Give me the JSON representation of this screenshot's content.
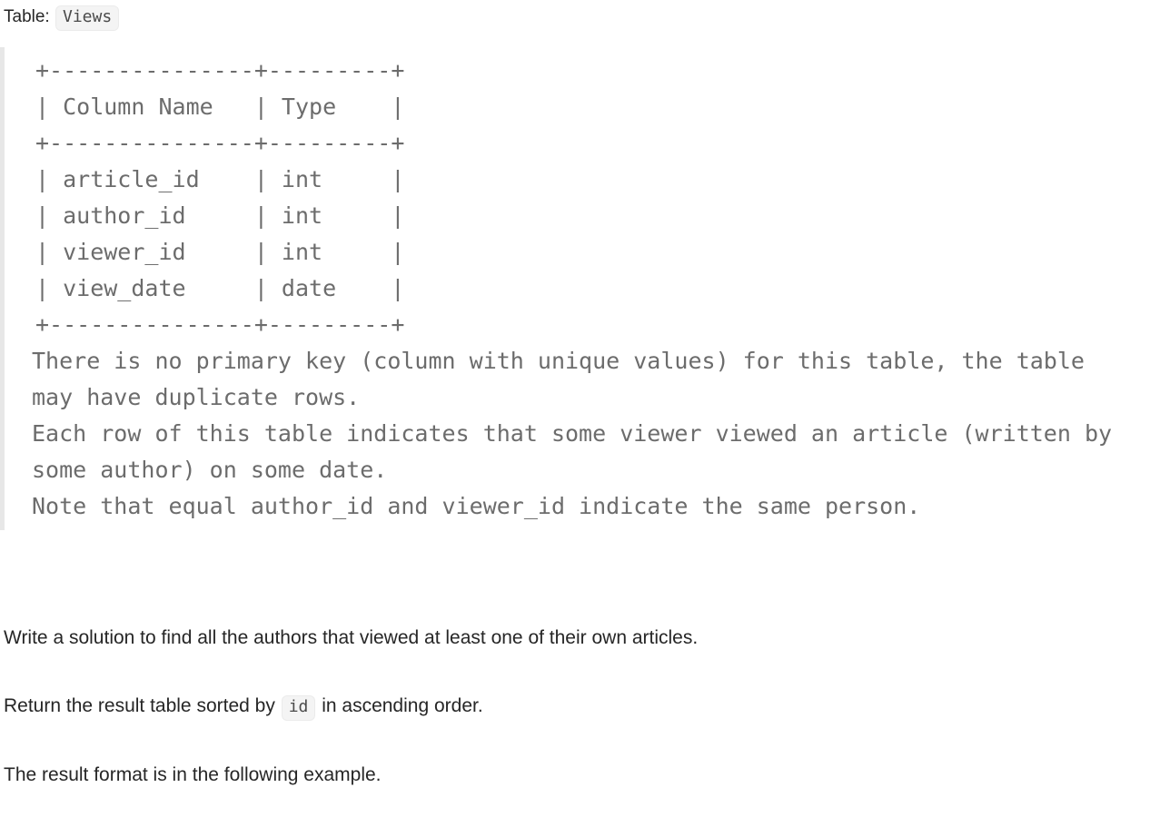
{
  "table_heading": {
    "label": "Table:",
    "table_name": "Views"
  },
  "schema": {
    "divider_top": "+---------------+---------+",
    "header_row": "| Column Name   | Type    |",
    "divider_mid": "+---------------+---------+",
    "rows": [
      "| article_id    | int     |",
      "| author_id     | int     |",
      "| viewer_id     | int     |",
      "| view_date     | date    |"
    ],
    "divider_bottom": "+---------------+---------+",
    "notes": [
      "There is no primary key (column with unique values) for this table, the table may have duplicate rows.",
      "Each row of this table indicates that some viewer viewed an article (written by some author) on some date.",
      "Note that equal author_id and viewer_id indicate the same person."
    ],
    "columns": [
      {
        "name": "article_id",
        "type": "int"
      },
      {
        "name": "author_id",
        "type": "int"
      },
      {
        "name": "viewer_id",
        "type": "int"
      },
      {
        "name": "view_date",
        "type": "date"
      }
    ]
  },
  "prose": {
    "task": "Write a solution to find all the authors that viewed at least one of their own articles.",
    "sort_prefix": "Return the result table sorted by",
    "sort_code": "id",
    "sort_suffix": "in ascending order.",
    "format_note": "The result format is in the following example."
  },
  "colors": {
    "text": "#262626",
    "mono_text": "#6c6c6c",
    "blockquote_bar": "#e7e7e7",
    "chip_bg": "#f4f4f4",
    "chip_border": "#ebebeb",
    "background": "#ffffff"
  }
}
